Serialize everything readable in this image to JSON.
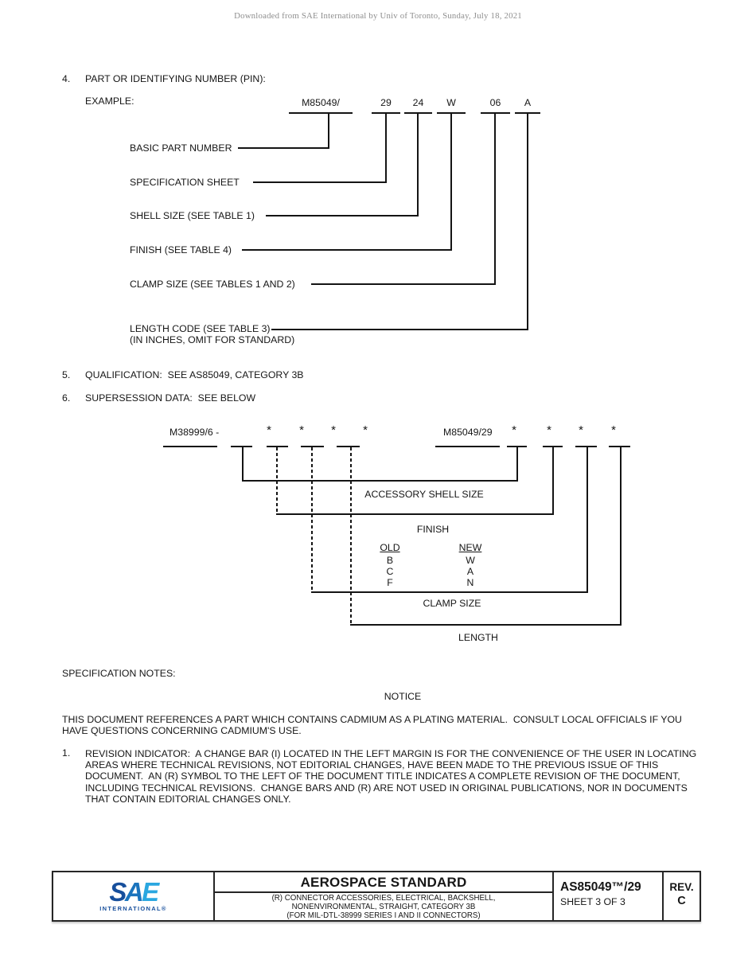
{
  "page": {
    "download_notice": "Downloaded from SAE International by Univ of Toronto, Sunday, July 18, 2021"
  },
  "section4": {
    "number": "4.",
    "title": "PART OR IDENTIFYING NUMBER (PIN):",
    "example_label": "EXAMPLE:",
    "pin_segments": [
      "M85049/",
      "29",
      "24",
      "W",
      "06",
      "A"
    ],
    "callouts": [
      "BASIC PART NUMBER",
      "SPECIFICATION SHEET",
      "SHELL SIZE (SEE TABLE 1)",
      "FINISH (SEE TABLE 4)",
      "CLAMP SIZE (SEE TABLES 1 AND 2)",
      "LENGTH CODE (SEE TABLE 3)"
    ],
    "length_code_note": "(IN INCHES, OMIT FOR STANDARD)"
  },
  "section5": {
    "number": "5.",
    "text": "QUALIFICATION:  SEE AS85049, CATEGORY 3B"
  },
  "section6": {
    "number": "6.",
    "text": "SUPERSESSION DATA:  SEE BELOW"
  },
  "supersession": {
    "old_part": "M38999/6 -",
    "new_part": "M85049/29",
    "asterisk": "*",
    "labels": {
      "shell": "ACCESSORY SHELL SIZE",
      "finish": "FINISH",
      "clamp": "CLAMP SIZE",
      "length": "LENGTH"
    },
    "finish_table": {
      "old_header": "OLD",
      "new_header": "NEW",
      "rows": [
        {
          "old": "B",
          "new": "W"
        },
        {
          "old": "C",
          "new": "A"
        },
        {
          "old": "F",
          "new": "N"
        }
      ]
    }
  },
  "notes": {
    "heading": "SPECIFICATION NOTES:",
    "notice_heading": "NOTICE",
    "notice_text": "THIS DOCUMENT REFERENCES A PART WHICH CONTAINS CADMIUM AS A PLATING MATERIAL.  CONSULT LOCAL OFFICIALS IF YOU\nHAVE QUESTIONS CONCERNING CADMIUM'S USE.",
    "note1_number": "1.",
    "note1_text": "REVISION INDICATOR:  A CHANGE BAR (I) LOCATED IN THE LEFT MARGIN IS FOR THE CONVENIENCE OF THE USER IN LOCATING\nAREAS WHERE TECHNICAL REVISIONS, NOT EDITORIAL CHANGES, HAVE BEEN MADE TO THE PREVIOUS ISSUE OF THIS\nDOCUMENT.  AN (R) SYMBOL TO THE LEFT OF THE DOCUMENT TITLE INDICATES A COMPLETE REVISION OF THE DOCUMENT,\nINCLUDING TECHNICAL REVISIONS.  CHANGE BARS AND (R) ARE NOT USED IN ORIGINAL PUBLICATIONS, NOR IN DOCUMENTS\nTHAT CONTAIN EDITORIAL CHANGES ONLY."
  },
  "footer": {
    "logo": {
      "letter_s": "S",
      "letter_a": "A",
      "letter_e": "E",
      "subtext": "INTERNATIONAL®"
    },
    "title": "AEROSPACE STANDARD",
    "subtitle_lines": [
      "(R) CONNECTOR ACCESSORIES, ELECTRICAL, BACKSHELL,",
      "NONENVIRONMENTAL, STRAIGHT, CATEGORY 3B",
      "(FOR MIL-DTL-38999 SERIES I AND II CONNECTORS)"
    ],
    "doc_number": "AS85049™/29",
    "sheet": "SHEET 3 OF 3",
    "rev_label": "REV.",
    "rev_value": "C",
    "colors": {
      "logo_dark_blue": "#174f9c",
      "logo_light_blue": "#2ba7e0"
    }
  }
}
